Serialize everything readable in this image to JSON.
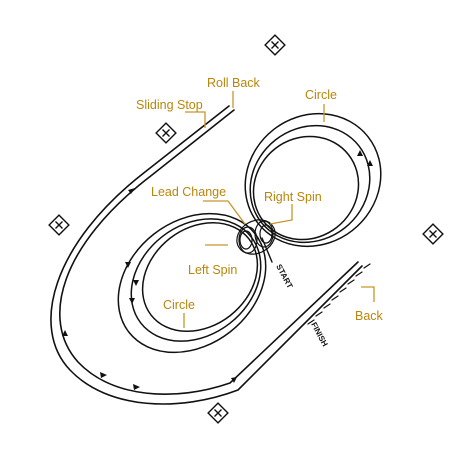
{
  "labels": {
    "roll_back": "Roll Back",
    "sliding_stop": "Sliding Stop",
    "circle_top": "Circle",
    "lead_change": "Lead Change",
    "right_spin": "Right Spin",
    "left_spin": "Left Spin",
    "circle_bottom": "Circle",
    "back": "Back",
    "start": "START",
    "finish": "FINISH"
  },
  "colors": {
    "label": "#b8860b",
    "leader": "#c8962a",
    "line": "#111111",
    "background": "#ffffff"
  },
  "icons": {
    "marker": "diamond-cross-marker-icon",
    "arrow": "direction-arrow-icon"
  }
}
